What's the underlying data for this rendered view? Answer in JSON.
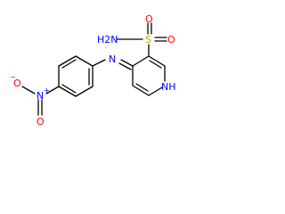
{
  "molecule": {
    "atom_labels": {
      "sulfonamide_nh2": "H2N",
      "sulfonyl_s": "S",
      "sulfonyl_o_top": "O",
      "sulfonyl_o_right": "O",
      "amine_n": "N",
      "ring_nh": "NH",
      "nitro_n": "N",
      "nitro_o_minus": "O",
      "nitro_o": "O"
    },
    "charges": {
      "nitro_n": "+",
      "nitro_o_minus": "−"
    },
    "colors": {
      "bond": "#000000",
      "nitrogen": "#0000ff",
      "oxygen": "#ff0000",
      "sulfur": "#b8a500"
    }
  }
}
